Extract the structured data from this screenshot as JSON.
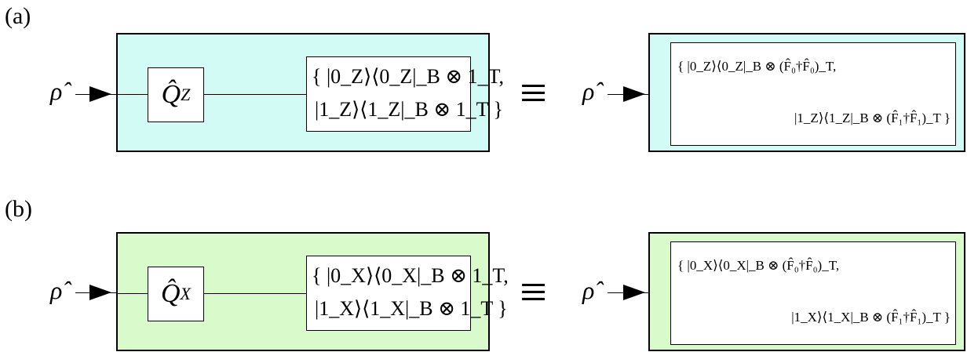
{
  "panels": [
    {
      "label": "(a)",
      "input_label": "ρ̂",
      "gate": {
        "symbol": "Q̂",
        "subscript": "Z"
      },
      "measurement": {
        "line1": "{ |0_Z⟩⟨0_Z|_B ⊗ 1_T,",
        "line2": "|1_Z⟩⟨1_Z|_B ⊗ 1_T }"
      },
      "equivalence": "≡",
      "rhs_input_label": "ρ̂",
      "rhs_measurement": {
        "line1": "{ |0_Z⟩⟨0_Z|_B ⊗ (F̂₀†F̂₀)_T,",
        "line2": "|1_Z⟩⟨1_Z|_B ⊗ (F̂₁†F̂₁)_T }"
      },
      "fill_color": "#d2fbf6"
    },
    {
      "label": "(b)",
      "input_label": "ρ̂",
      "gate": {
        "symbol": "Q̂",
        "subscript": "X"
      },
      "measurement": {
        "line1": "{ |0_X⟩⟨0_X|_B ⊗ 1_T,",
        "line2": "|1_X⟩⟨1_X|_B ⊗ 1_T }"
      },
      "equivalence": "≡",
      "rhs_input_label": "ρ̂",
      "rhs_measurement": {
        "line1": "{ |0_X⟩⟨0_X|_B ⊗ (F̂₀†F̂₀)_T,",
        "line2": "|1_X⟩⟨1_X|_B ⊗ (F̂₁†F̂₁)_T }"
      },
      "fill_color": "#d9fbcb"
    }
  ]
}
